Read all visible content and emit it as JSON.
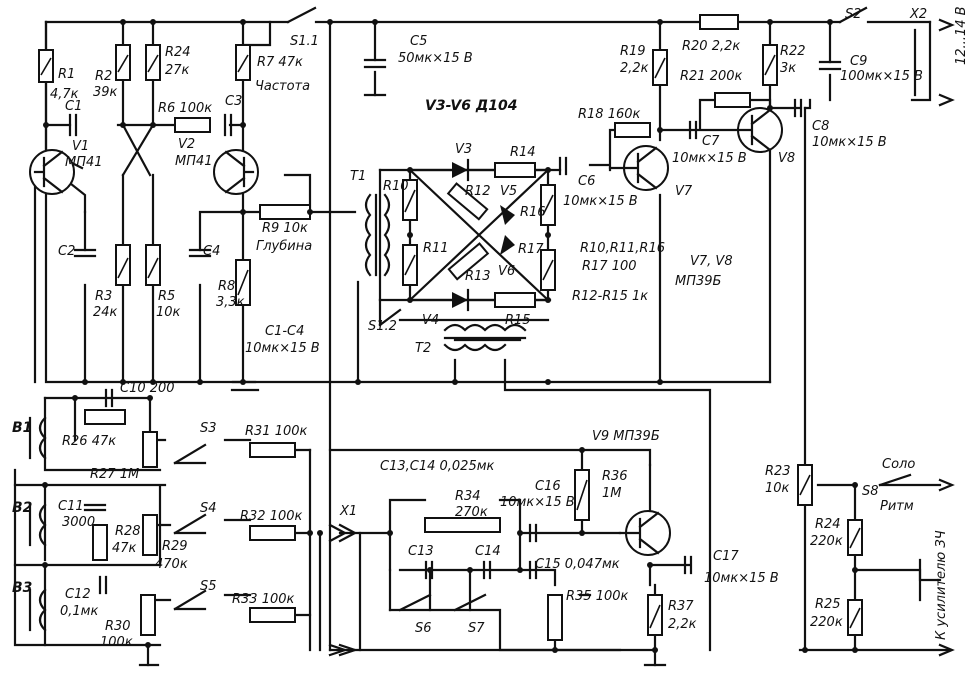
{
  "labels": {
    "R1": "R1",
    "R1v": "4,7к",
    "R2": "R2",
    "R2v": "39к",
    "R24": "R24",
    "R24v": "27к",
    "R6": "R6 100к",
    "R7": "R7 47к",
    "freq": "Частота",
    "S11": "S1.1",
    "C1": "C1",
    "C3": "C3",
    "V1": "V1",
    "V1t": "МП41",
    "V2": "V2",
    "V2t": "МП41",
    "C2": "C2",
    "R3": "R3",
    "R3v": "24к",
    "R5": "R5",
    "R5v": "10к",
    "C4": "C4",
    "R8": "R8",
    "R8v": "3,3к",
    "R9": "R9 10к",
    "depth": "Глубина",
    "C1C4": "C1-C4",
    "C1C4v": "10мк×15 В",
    "C5": "C5",
    "C5v": "50мк×15 В",
    "V3V6": "V3-V6 Д104",
    "T1": "T1",
    "T2": "T2",
    "R10": "R10",
    "R11": "R11",
    "R12": "R12",
    "R13": "R13",
    "R14": "R14",
    "R15": "R15",
    "R16": "R16",
    "R17": "R17",
    "V3": "V3",
    "V4": "V4",
    "V5": "V5",
    "V6": "V6",
    "R1016": "R10,R11,R16",
    "R17v": "R17 100",
    "R1215": "R12-R15 1к",
    "S12": "S1.2",
    "R19": "R19",
    "R19v": "2,2к",
    "R20": "R20 2,2к",
    "R18": "R18 160к",
    "C6": "C6",
    "C6v": "10мк×15 В",
    "V7": "V7",
    "V7V8": "V7, V8",
    "V7V8t": "МП39Б",
    "R21": "R21 200к",
    "C7": "C7",
    "C7v": "10мк×15 В",
    "V8": "V8",
    "R22": "R22",
    "R22v": "3к",
    "C8": "C8",
    "C8v": "10мк×15 В",
    "C9": "C9",
    "C9v": "100мк×15 В",
    "S2": "S2",
    "X2": "X2",
    "X2v": "12...14 В",
    "C10": "C10 200",
    "B1": "B1",
    "B2": "B2",
    "B3": "B3",
    "R26": "R26 47к",
    "R27": "R27 1М",
    "C11": "C11",
    "C11v": "3000",
    "R28": "R28",
    "R28v": "47к",
    "R29": "R29",
    "R29v": "470к",
    "C12": "C12",
    "C12v": "0,1мк",
    "R30": "R30",
    "R30v": "100к",
    "S3": "S3",
    "S4": "S4",
    "S5": "S5",
    "R31": "R31 100к",
    "R32": "R32 100к",
    "R33": "R33 100к",
    "X1": "X1",
    "C1314": "C13,C14 0,025мк",
    "R34": "R34",
    "R34v": "270к",
    "C13": "C13",
    "C14": "C14",
    "C16": "C16",
    "C16v": "10мк×15 В",
    "R36": "R36",
    "R36v": "1М",
    "V9": "V9 МП39Б",
    "C15": "C15 0,047мк",
    "R35": "R35 100к",
    "C17": "C17",
    "C17v": "10мк×15 В",
    "R37": "R37",
    "R37v": "2,2к",
    "S6": "S6",
    "S7": "S7",
    "R23": "R23",
    "R23v": "10к",
    "solo": "Соло",
    "rhythm": "Ритм",
    "S8": "S8",
    "R24b": "R24",
    "R24bv": "220к",
    "R25": "R25",
    "R25v": "220к",
    "amp": "К усилителю ЗЧ"
  }
}
